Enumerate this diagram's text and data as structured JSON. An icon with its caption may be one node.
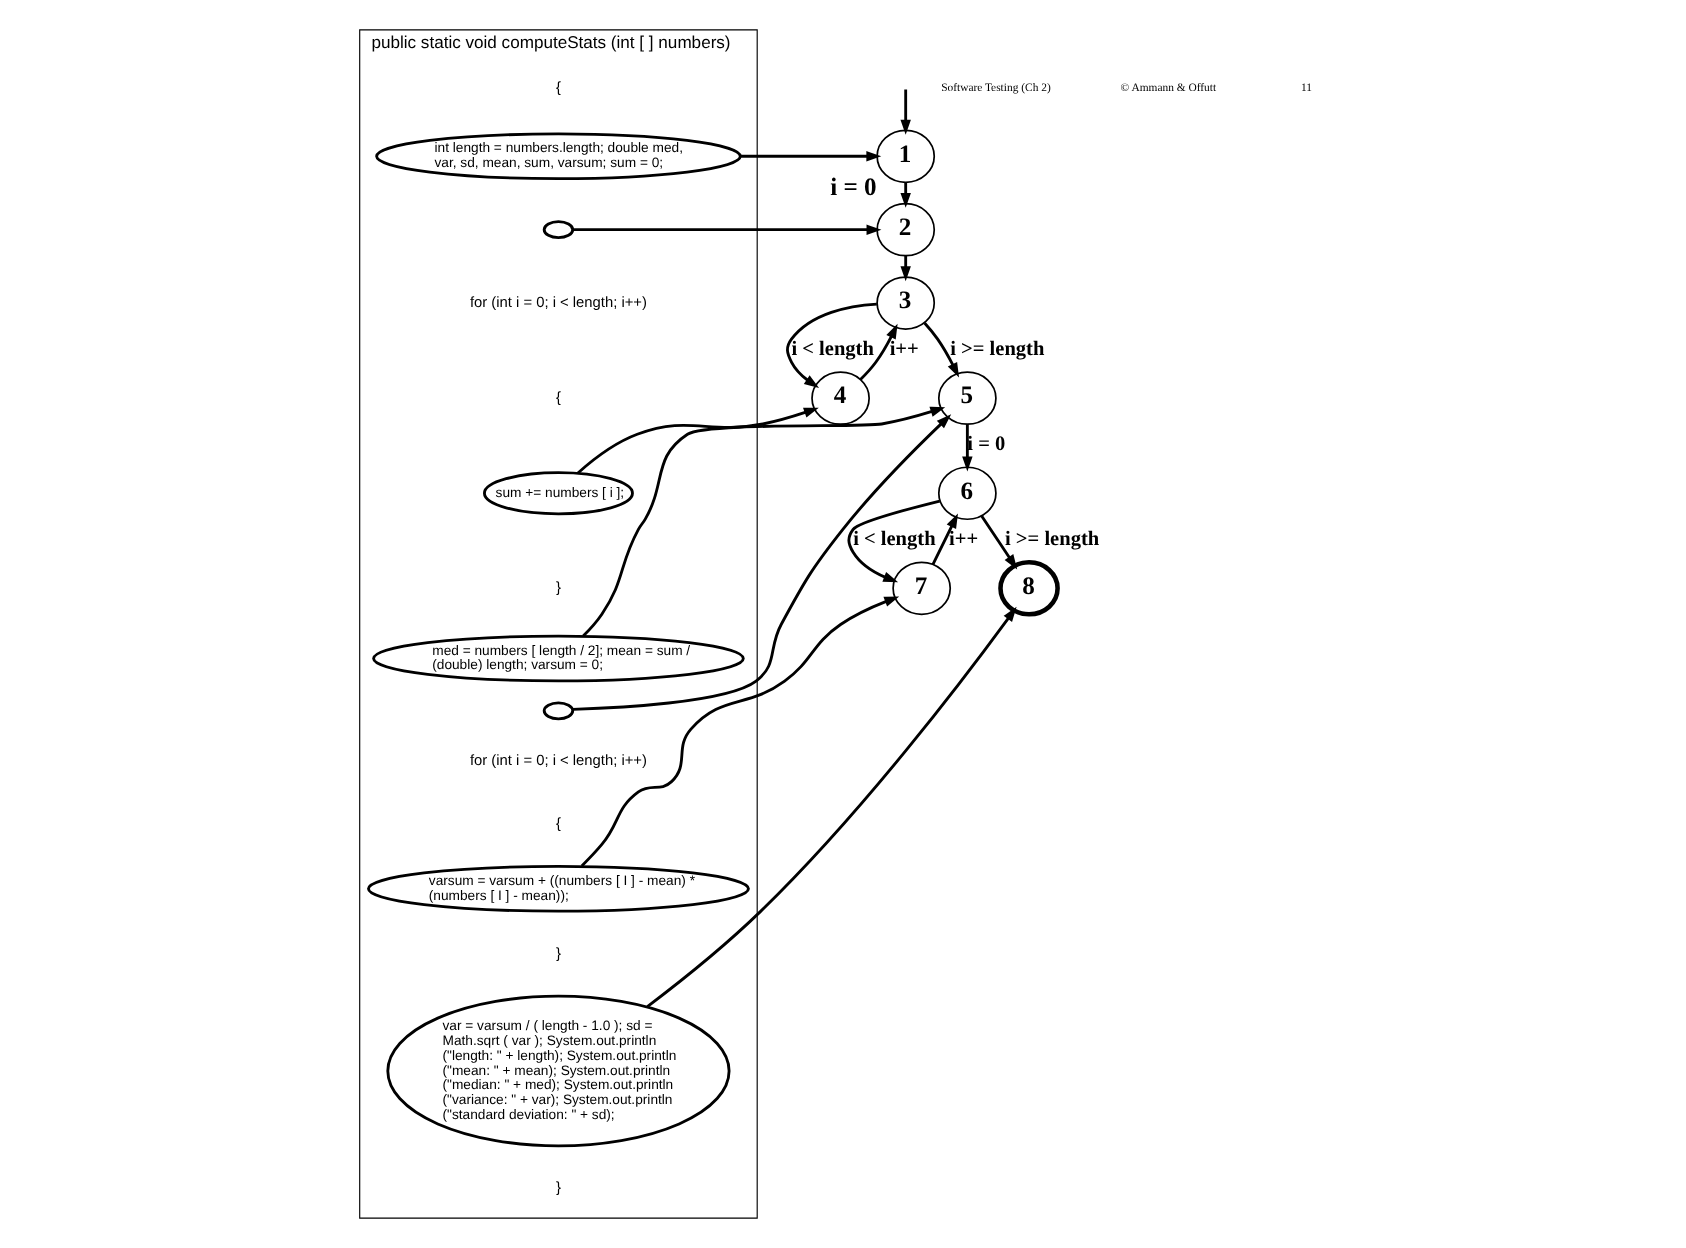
{
  "diagram": {
    "nodes": [
      {
        "text": [
          "public static void computeStats (int [ ] numbers)"
        ]
      },
      {
        "text": [
          "int length = numbers.length; double med, var, sd, mean, sum, varsum; sum = 0;"
        ],
        "in": 0
      },
      {
        "text": [],
        "shape": "ellipse",
        "in": 0
      },
      {
        "text": [
          "sum += numbers [ i ];"
        ],
        "in": 0
      },
      {
        "text": [
          "med = numbers [ length / 2]; mean = sum / (double) length; varsum = 0;"
        ],
        "in": 0
      },
      {
        "text": [],
        "shape": "ellipse",
        "in": 0
      },
      {
        "text": [
          "varsum = varsum + ((numbers [ I ] - mean) * (numbers [ I ] - mean));"
        ],
        "in": 0
      },
      {
        "text": [
          "var = varsum / ( length - 1.0 ); sd = Math.sqrt ( var ); System.out.println (\"length: \" + length); System.out.println (\"mean: \" + mean); System.out.println (\"median: \" + med); System.out.println (\"variance: \" + var); System.out.println (\"standard deviation: \" + sd);"
        ],
        "in": 0
      },
      {
        "text": [
          "1"
        ]
      },
      {
        "text": [
          "2"
        ],
        "beside": [
          "i = 0"
        ]
      },
      {
        "text": [
          "3"
        ]
      },
      {
        "text": [
          "4"
        ]
      },
      {
        "text": [
          "5"
        ]
      },
      {
        "text": [
          "6"
        ]
      },
      {
        "text": [
          "7"
        ]
      },
      {
        "text": [
          "8"
        ]
      }
    ],
    "edges": [
      {
        "from": null,
        "to": 8,
        "arrow": "to"
      },
      {
        "from": 1,
        "to": 8,
        "arrow": "to"
      },
      {
        "from": 2,
        "to": 9,
        "arrow": "to"
      },
      {
        "from": 3,
        "to": 11,
        "arrow": "to"
      },
      {
        "from": 4,
        "to": 12,
        "arrow": "to"
      },
      {
        "from": 5,
        "to": 12,
        "arrow": "to"
      },
      {
        "from": 6,
        "to": 14,
        "arrow": "to"
      },
      {
        "from": 7,
        "to": 15,
        "arrow": "to"
      },
      {
        "from": 8,
        "to": 9,
        "arrow": "to"
      },
      {
        "from": 9,
        "to": 10,
        "arrow": "to"
      },
      {
        "from": 10,
        "to": 11,
        "arrow": "to",
        "label": "i < length"
      },
      {
        "from": 11,
        "to": 10,
        "arrow": "to",
        "label": "i++"
      },
      {
        "from": 10,
        "to": 12,
        "arrow": "to",
        "label": "i >= length"
      },
      {
        "from": 12,
        "to": 13,
        "arrow": "to",
        "label": "i = 0"
      },
      {
        "from": 13,
        "to": 14,
        "arrow": "to",
        "label": "i < length"
      },
      {
        "from": 14,
        "to": 13,
        "arrow": "to",
        "label": "i++"
      },
      {
        "from": 13,
        "to": 15,
        "arrow": "to",
        "label": "i >= length"
      }
    ],
    "labels": [
      "{",
      "for (int i = 0; i < length; i++)",
      "{",
      "}",
      "for (int i = 0; i < length; i++)",
      "{",
      "}",
      "}",
      "Software Testing (Ch 2)",
      "© Ammann & Offutt",
      "11"
    ]
  }
}
